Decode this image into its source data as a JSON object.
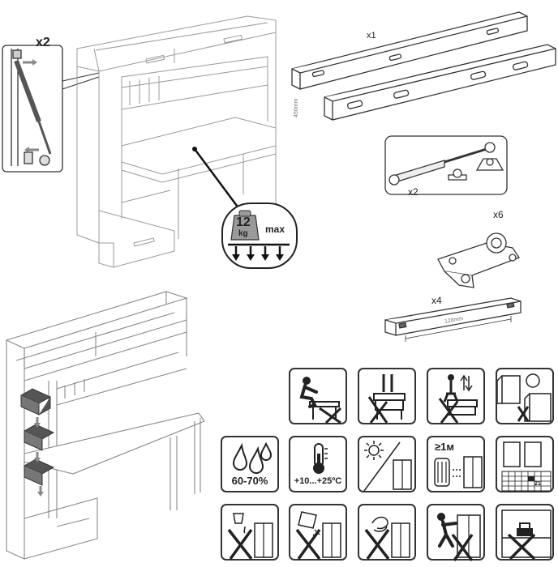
{
  "gas_strut_callout": {
    "quantity": "x2"
  },
  "weight_badge": {
    "value": "12",
    "unit": "kg",
    "limit": "max"
  },
  "parts": {
    "drawer_slides": {
      "quantity": "x1",
      "length": "450mm"
    },
    "gas_strut_kit": {
      "quantity": "x2"
    },
    "hinges": {
      "quantity": "x6"
    },
    "handles": {
      "quantity": "x4",
      "length": "128mm"
    }
  },
  "warnings": {
    "humidity": {
      "label": "60-70%"
    },
    "temperature": {
      "label": "+10...+25ºC"
    },
    "distance": {
      "label": "≥1м"
    },
    "sticker": {
      "label": "21"
    }
  }
}
